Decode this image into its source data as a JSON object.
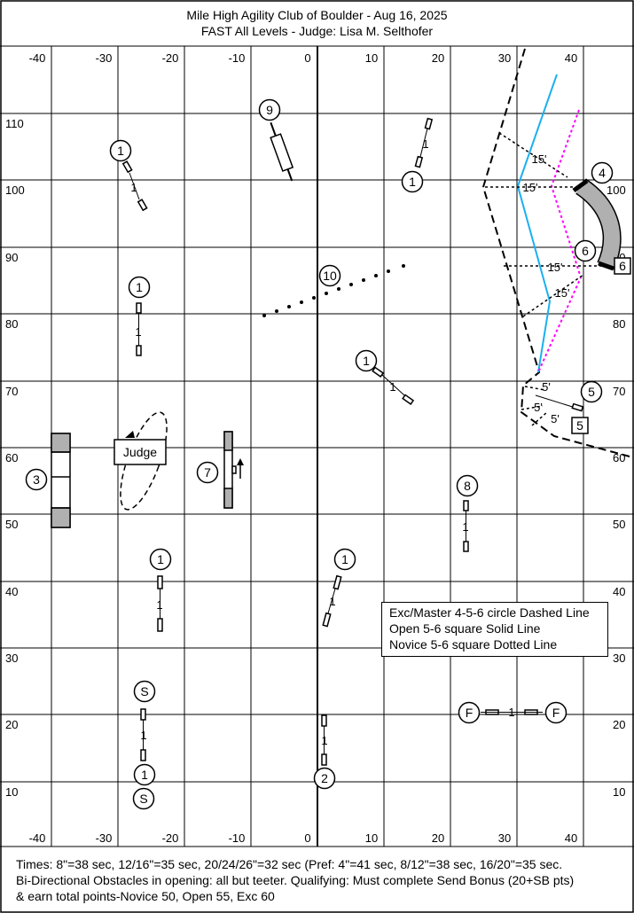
{
  "header": {
    "line1": "Mile High Agility Club of Boulder - Aug 16, 2025",
    "line2": "FAST All Levels - Judge: Lisa M. Selthofer"
  },
  "grid": {
    "x_tick_labels": [
      "-40",
      "-30",
      "-20",
      "-10",
      "0",
      "10",
      "20",
      "30",
      "40"
    ],
    "y_tick_labels": [
      "110",
      "100",
      "90",
      "80",
      "70",
      "60",
      "50",
      "40",
      "30",
      "20",
      "10"
    ]
  },
  "obstacles": {
    "judge_label": "Judge",
    "circle_labels": [
      "1",
      "1",
      "1",
      "1",
      "1",
      "1",
      "9",
      "10",
      "4",
      "6",
      "5",
      "3",
      "7",
      "8",
      "S",
      "S",
      "1",
      "2",
      "F",
      "F"
    ],
    "jump_bar_labels": [
      "1",
      "1",
      "1",
      "1",
      "1",
      "1",
      "1",
      "1",
      "1",
      "1"
    ],
    "box_labels": [
      "6",
      "5"
    ],
    "distance_labels": [
      "15'",
      "15'",
      "15'",
      "15'",
      "5'",
      "5'",
      "5'"
    ]
  },
  "legend": {
    "line1": "Exc/Master 4-5-6 circle Dashed Line",
    "line2": "Open 5-6 square Solid Line",
    "line3": "Novice 5-6 square Dotted Line"
  },
  "colors": {
    "open_line": "#1ab0f0",
    "novice_line": "#ff00ff",
    "tunnel": "#b0b0b0",
    "table": "#b0b0b0"
  },
  "footer": {
    "line1": "Times: 8\"=38 sec, 12/16\"=35 sec, 20/24/26\"=32 sec (Pref: 4\"=41 sec, 8/12\"=38 sec, 16/20\"=35 sec.",
    "line2": "Bi-Directional Obstacles in opening: all but teeter. Qualifying: Must complete Send Bonus (20+SB pts)",
    "line3": "& earn total points-Novice 50, Open 55, Exc 60"
  }
}
